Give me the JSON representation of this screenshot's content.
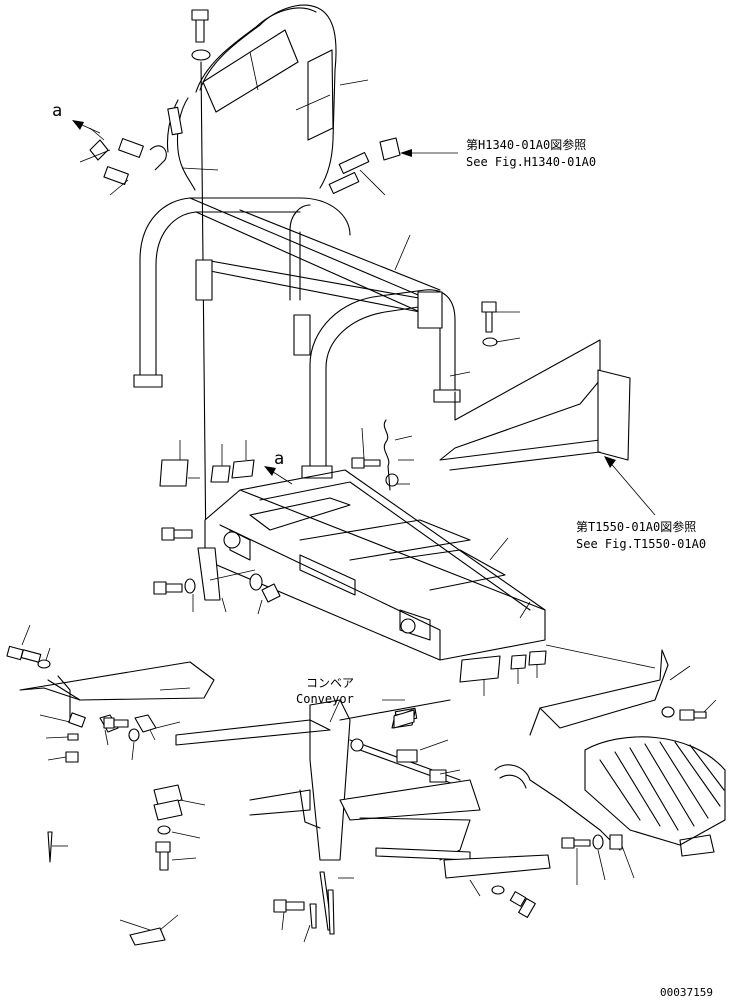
{
  "callouts": {
    "view_a_top": "a",
    "view_a_mid": "a",
    "ref_top_ja": "第H1340-01A0図参照",
    "ref_top_en": "See Fig.H1340-01A0",
    "ref_mid_ja": "第T1550-01A0図参照",
    "ref_mid_en": "See Fig.T1550-01A0",
    "conveyor_ja": "コンベア",
    "conveyor_en": "Conveyor"
  },
  "footer": {
    "drawing_number": "00037159"
  }
}
